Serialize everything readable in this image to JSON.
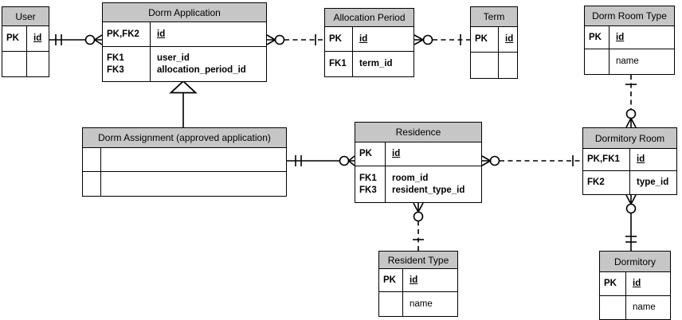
{
  "entities": {
    "user": {
      "title": "User",
      "pk_label": "PK",
      "pk_attr": "id"
    },
    "dorm_application": {
      "title": "Dorm Application",
      "pk_label": "PK,FK2",
      "pk_attr": "id",
      "fks": [
        {
          "key": "FK1",
          "attr": "user_id"
        },
        {
          "key": "FK3",
          "attr": "allocation_period_id"
        }
      ]
    },
    "allocation_period": {
      "title": "Allocation Period",
      "pk_label": "PK",
      "pk_attr": "id",
      "row2_key": "FK1",
      "row2_attr": "term_id"
    },
    "term": {
      "title": "Term",
      "pk_label": "PK",
      "pk_attr": "id"
    },
    "dorm_room_type": {
      "title": "Dorm Room Type",
      "pk_label": "PK",
      "pk_attr": "id",
      "row2_attr": "name"
    },
    "dorm_assignment": {
      "title": "Dorm Assignment (approved application)"
    },
    "residence": {
      "title": "Residence",
      "pk_label": "PK",
      "pk_attr": "id",
      "fks": [
        {
          "key": "FK1",
          "attr": "room_id"
        },
        {
          "key": "FK3",
          "attr": "resident_type_id"
        }
      ]
    },
    "dormitory_room": {
      "title": "Dormitory Room",
      "pk_label": "PK,FK1",
      "pk_attr": "id",
      "row2_key": "FK2",
      "row2_attr": "type_id"
    },
    "resident_type": {
      "title": "Resident Type",
      "pk_label": "PK",
      "pk_attr": "id",
      "row2_attr": "name"
    },
    "dormitory": {
      "title": "Dormitory",
      "pk_label": "PK",
      "pk_attr": "id",
      "row2_attr": "name"
    }
  },
  "relationships": [
    {
      "from": "User",
      "to": "Dorm Application",
      "from_cardinality": "one_and_only_one",
      "to_cardinality": "zero_or_many",
      "line": "solid"
    },
    {
      "from": "Dorm Application",
      "to": "Allocation Period",
      "from_cardinality": "zero_or_many",
      "to_cardinality": "one",
      "line": "dashed"
    },
    {
      "from": "Allocation Period",
      "to": "Term",
      "from_cardinality": "zero_or_many",
      "to_cardinality": "one",
      "line": "dashed"
    },
    {
      "from": "Dorm Room Type",
      "to": "Dormitory Room",
      "from_cardinality": "one",
      "to_cardinality": "zero_or_many",
      "line": "dashed"
    },
    {
      "from": "Dormitory Room",
      "to": "Dormitory",
      "from_cardinality": "zero_or_many",
      "to_cardinality": "one_and_only_one",
      "line": "solid"
    },
    {
      "from": "Dorm Assignment (approved application)",
      "to": "Residence",
      "from_cardinality": "one_and_only_one",
      "to_cardinality": "zero_or_many",
      "line": "solid"
    },
    {
      "from": "Residence",
      "to": "Dormitory Room",
      "from_cardinality": "zero_or_many",
      "to_cardinality": "one",
      "line": "dashed"
    },
    {
      "from": "Residence",
      "to": "Resident Type",
      "from_cardinality": "zero_or_many",
      "to_cardinality": "one",
      "line": "dashed"
    },
    {
      "from": "Dorm Application",
      "to": "Dorm Assignment (approved application)",
      "type": "subtype_inheritance",
      "symbol": "hollow-triangle"
    }
  ],
  "notation": {
    "style": "crows-foot",
    "glyphs": {
      "zero_or_many": "circle + crow's foot",
      "one_and_only_one": "double tick",
      "one": "single tick",
      "subtype": "hollow triangle"
    }
  },
  "style": {
    "header_fill": "#c6c6c6",
    "border_color": "#000000",
    "background": "#ffffff"
  }
}
